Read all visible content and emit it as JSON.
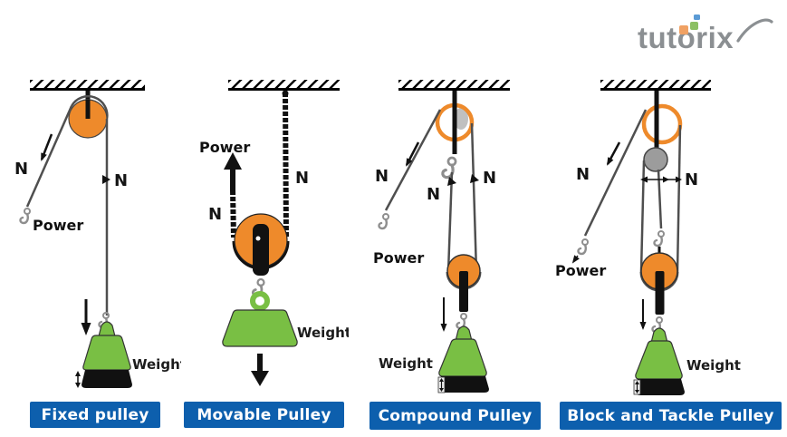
{
  "logo": {
    "text": "tutorix",
    "square_colors": {
      "orange": "#f0a163",
      "green": "#8dc063",
      "blue": "#5b9bd5"
    },
    "text_color": "#8b8f92"
  },
  "labels": {
    "n": "N",
    "power": "Power",
    "weight": "Weight"
  },
  "panels": [
    {
      "title": "Fixed pulley"
    },
    {
      "title": "Movable Pulley"
    },
    {
      "title": "Compound Pulley"
    },
    {
      "title": "Block and Tackle Pulley"
    }
  ],
  "colors": {
    "pulley_orange": "#ee8a2b",
    "weight_green": "#79bf44",
    "label_blue": "#0d5fad",
    "rope_gray": "#4f4f4f",
    "hook_gray": "#8e8e8e",
    "ink_black": "#111111",
    "idler_gray": "#9c9c9c"
  }
}
